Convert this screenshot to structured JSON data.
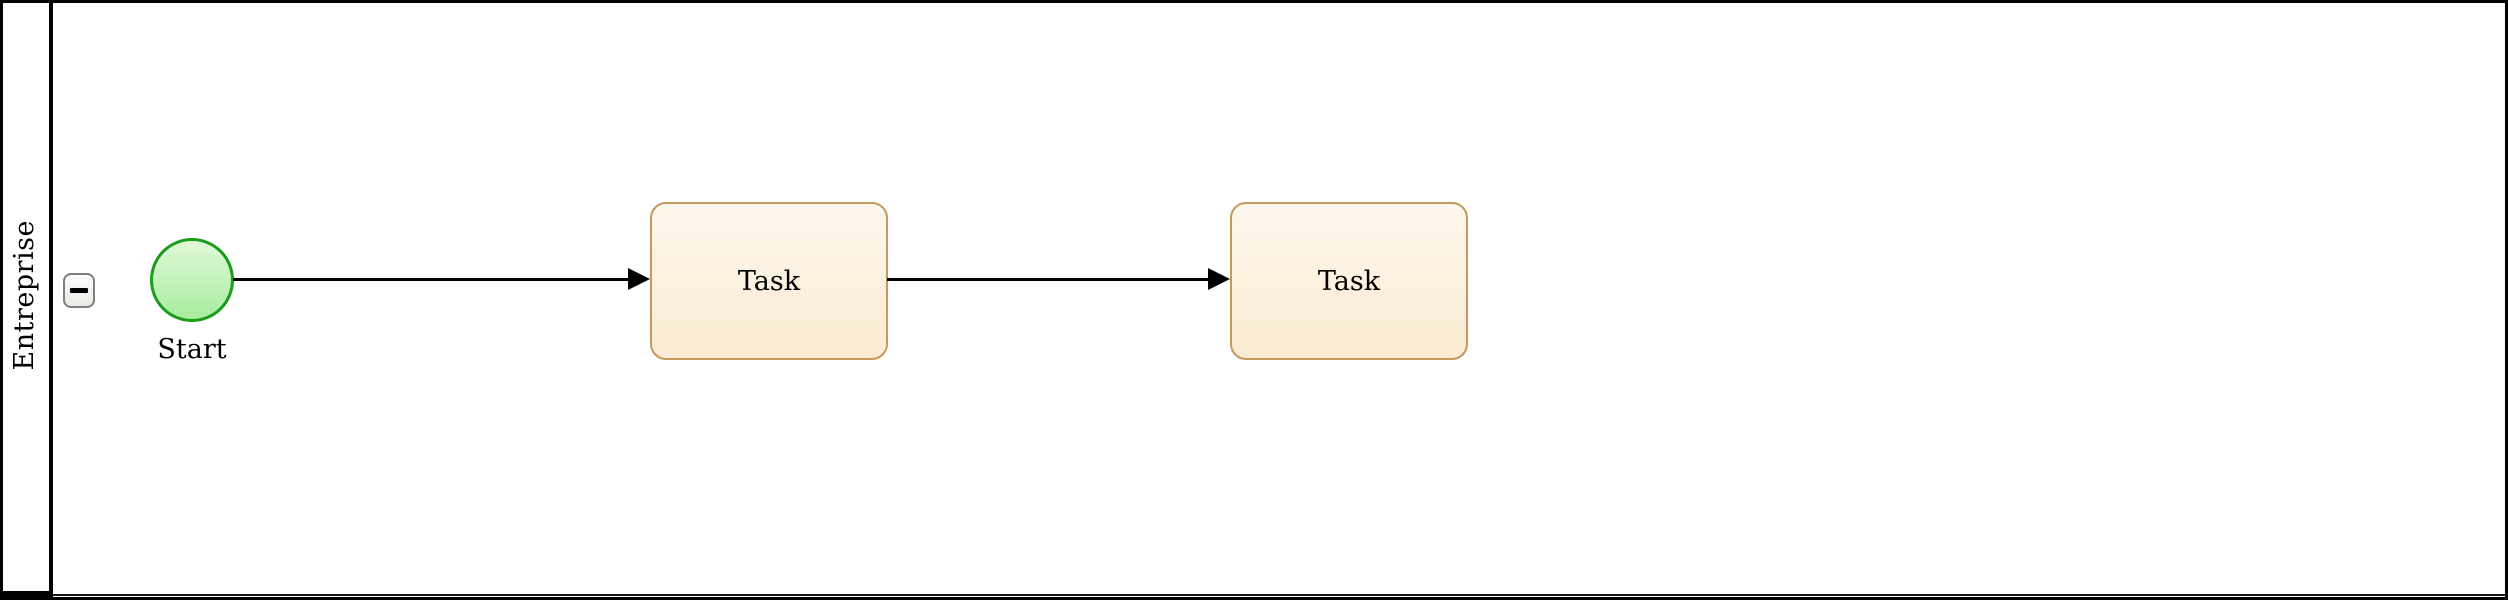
{
  "pool": {
    "label": "Entreprise",
    "collapse_icon": "minus-icon"
  },
  "nodes": [
    {
      "id": "start",
      "type": "start-event",
      "label": "Start"
    },
    {
      "id": "task1",
      "type": "task",
      "label": "Task"
    },
    {
      "id": "task2",
      "type": "task",
      "label": "Task"
    }
  ],
  "flows": [
    {
      "from": "start",
      "to": "task1"
    },
    {
      "from": "task1",
      "to": "task2"
    }
  ],
  "colors": {
    "start_border": "#1b9c1b",
    "start_fill_top": "#dff9d8",
    "start_fill_bottom": "#a8ec9f",
    "task_border": "#c49a5c",
    "task_fill_top": "#fcf7ec",
    "task_fill_bottom": "#fbebd2",
    "flow_color": "#000000",
    "pool_border": "#000000",
    "collapse_border": "#7e7e7e"
  }
}
